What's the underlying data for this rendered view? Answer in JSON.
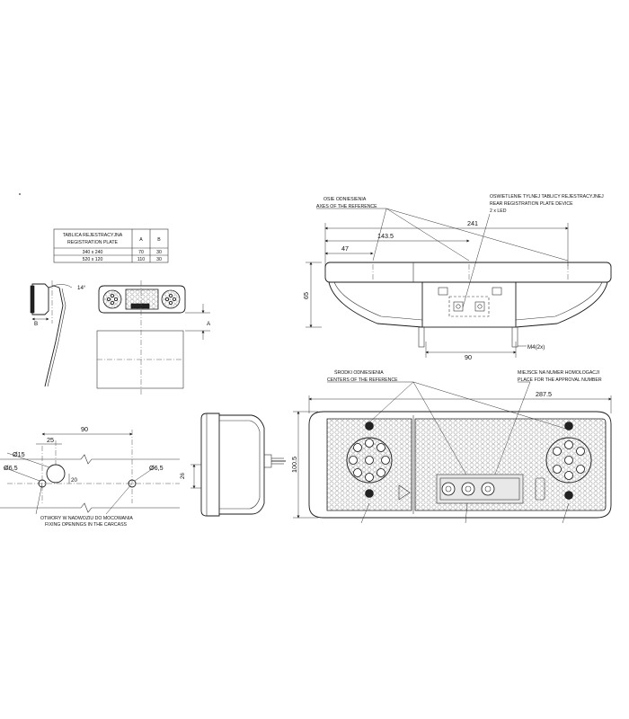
{
  "table": {
    "title_pl": "TABLICA REJESTRACYJNA",
    "title_en": "REGISTRATION PLATE",
    "col_a": "A",
    "col_b": "B",
    "rows": [
      {
        "size": "340 x 240",
        "a": "70",
        "b": "30"
      },
      {
        "size": "520 x 120",
        "a": "110",
        "b": "30"
      }
    ]
  },
  "side_view": {
    "angle": "14°",
    "dim_b": "B",
    "dim_a": "A"
  },
  "top_view": {
    "label_axes_pl": "OSIE ODNIESIENIA",
    "label_axes_en": "AXES OF THE REFERENCE",
    "label_plate_pl": "OSWIETLENIE TYLNEJ TABLICY REJESTRACYJNEJ",
    "label_plate_en": "REAR REGISTRATION PLATE DEVICE",
    "label_led": "2 x LED",
    "dim_241": "241",
    "dim_143_5": "143.5",
    "dim_47": "47",
    "dim_65": "65",
    "dim_90": "90",
    "dim_m4": "M4(2x)"
  },
  "holes_view": {
    "dim_90": "90",
    "dim_25": "25",
    "dim_d15": "Ø15",
    "dim_d6_5_left": "Ø6,5",
    "dim_d6_5_right": "Ø6,5",
    "dim_20": "20",
    "note_pl": "OTWORY W NADWOZIU DO MOCOWANIA",
    "note_en": "FIXING OPENINGS IN THE CARCASS"
  },
  "profile_view": {
    "dim_26": "26"
  },
  "front_view": {
    "label_centers_pl": "ŚRODKI ODNIESIENIA",
    "label_centers_en": "CENTERS OF THE REFERENCE",
    "label_homolog_pl": "MIEJSCE NA NUMER HOMOLOGACJI",
    "label_homolog_en": "PLACE FOR THE APPROVAL NUMBER",
    "dim_287_5": "287.5",
    "dim_100_5": "100.5"
  }
}
